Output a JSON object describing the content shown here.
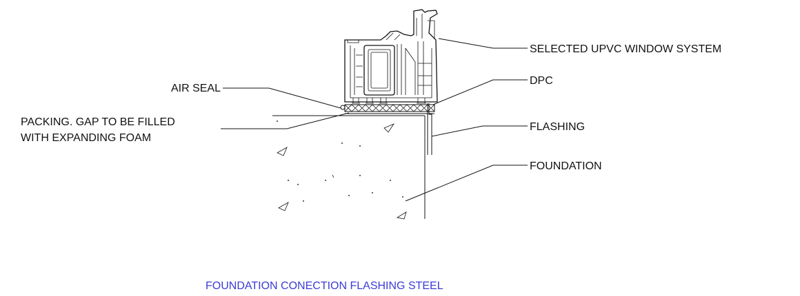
{
  "labels": {
    "window_system": "SELECTED UPVC WINDOW SYSTEM",
    "dpc": "DPC",
    "flashing": "FLASHING",
    "foundation": "FOUNDATION",
    "air_seal": "AIR SEAL",
    "packing_line1": "PACKING. GAP TO BE FILLED",
    "packing_line2": "WITH EXPANDING FOAM"
  },
  "caption": "FOUNDATION CONECTION FLASHING STEEL",
  "colors": {
    "line": "#111111",
    "caption": "#3b3bd6",
    "background": "#ffffff"
  }
}
